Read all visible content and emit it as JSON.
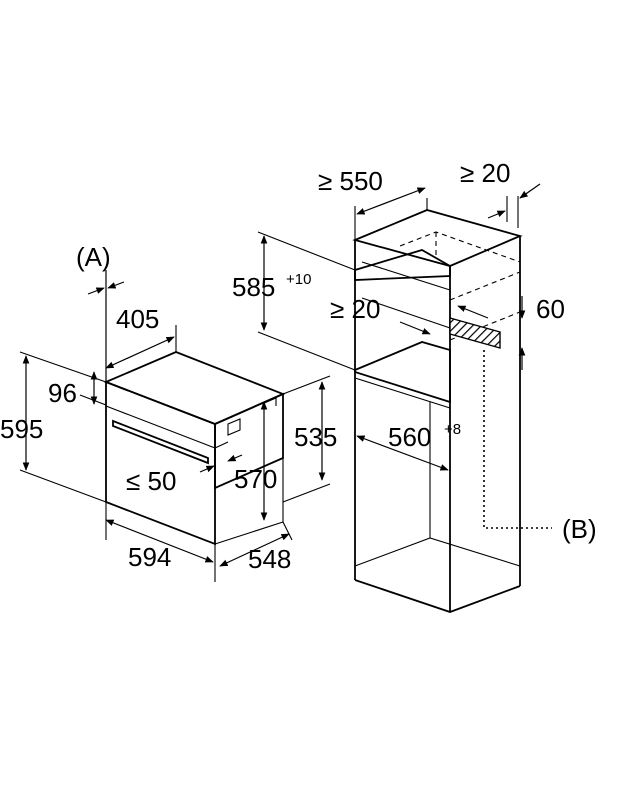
{
  "labels": {
    "callout_a": "(A)",
    "callout_b": "(B)",
    "dim_405": "405",
    "dim_96": "96",
    "dim_595": "595",
    "dim_594": "594",
    "dim_548": "548",
    "dim_535": "535",
    "dim_570": "570",
    "dim_le50": "≤ 50",
    "dim_ge550": "≥ 550",
    "dim_ge20_top": "≥ 20",
    "dim_585": "585",
    "sup_585": "+10",
    "dim_ge20_mid": "≥ 20",
    "dim_60": "60",
    "dim_560": "560",
    "sup_560": "+8"
  }
}
